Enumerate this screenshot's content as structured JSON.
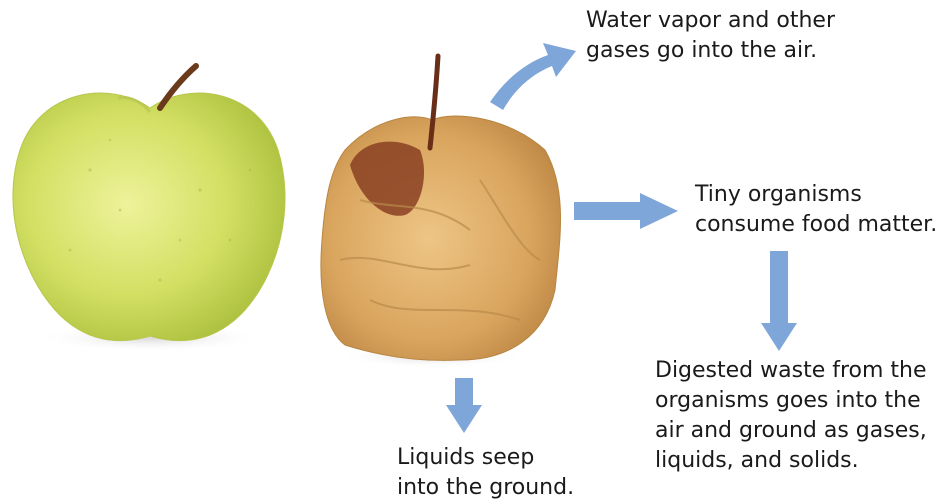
{
  "colors": {
    "arrow": "#7ea6d8",
    "text": "#1a1a1a",
    "fresh_apple": "#d6e36a",
    "rotten_apple": "#d9a55e"
  },
  "labels": {
    "gases": [
      "Water vapor and other",
      "gases go into the air."
    ],
    "organisms": [
      "Tiny organisms",
      "consume food matter."
    ],
    "waste": [
      "Digested waste from the",
      "organisms goes into the",
      "air and ground as gases,",
      "liquids, and solids."
    ],
    "liquids": [
      "Liquids seep",
      "into the ground."
    ]
  }
}
